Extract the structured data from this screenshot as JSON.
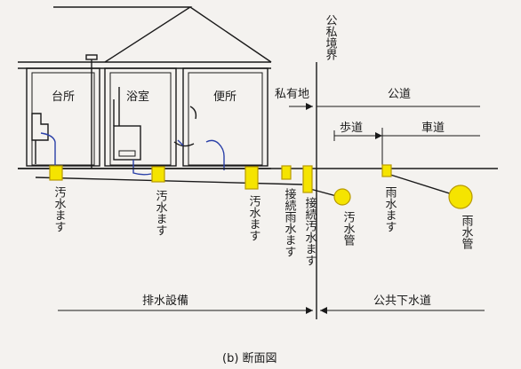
{
  "rooms": {
    "kitchen": "台所",
    "bathroom": "浴室",
    "toilet": "便所"
  },
  "boundary": {
    "label": "公私境界",
    "private_land": "私有地",
    "public_road": "公道",
    "sidewalk": "歩道",
    "roadway": "車道"
  },
  "fittings": {
    "sewage_box_1": "汚水ます",
    "sewage_box_2": "汚水ます",
    "sewage_box_3": "汚水ます",
    "rain_connection_box": "接続雨水ます",
    "sewage_connection_box": "接続汚水ます",
    "sewage_pipe": "汚水管",
    "rain_box": "雨水ます",
    "rain_pipe": "雨水管"
  },
  "sections": {
    "drainage_equipment": "排水設備",
    "public_sewer": "公共下水道"
  },
  "caption": "(b) 断面図",
  "colors": {
    "box_fill": "#f5e400",
    "box_stroke": "#b89a00",
    "line": "#1a1a1a",
    "drain_line": "#2a40a8",
    "background": "#f4f2ef"
  }
}
